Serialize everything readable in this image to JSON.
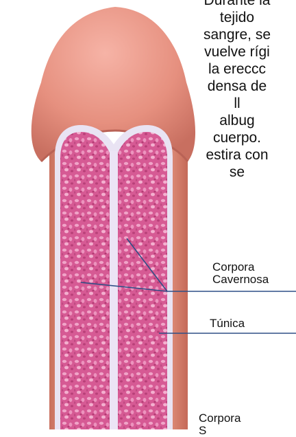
{
  "paragraph": {
    "lines": [
      "Durante la",
      "tejido",
      "sangre, se",
      "vuelve rígi",
      "la ereccc",
      "densa de",
      "ll",
      "albug",
      "cuerpo.",
      "estira con",
      "se"
    ]
  },
  "labels": {
    "corpora_cavernosa_line1": "Corpora",
    "corpora_cavernosa_line2": "Cavernosa",
    "tunica": "Túnica",
    "corpora_spongiosum_line1": "Corpora",
    "corpora_spongiosum_line2": "S"
  },
  "colors": {
    "skin": "#e89a86",
    "skin_dark": "#cf7a66",
    "glans": "#e8958a",
    "tissue": "#d85c96",
    "tissue_spot": "#ee9cc4",
    "tunica": "#e9e3f3",
    "leader_line": "#2f4f86"
  }
}
